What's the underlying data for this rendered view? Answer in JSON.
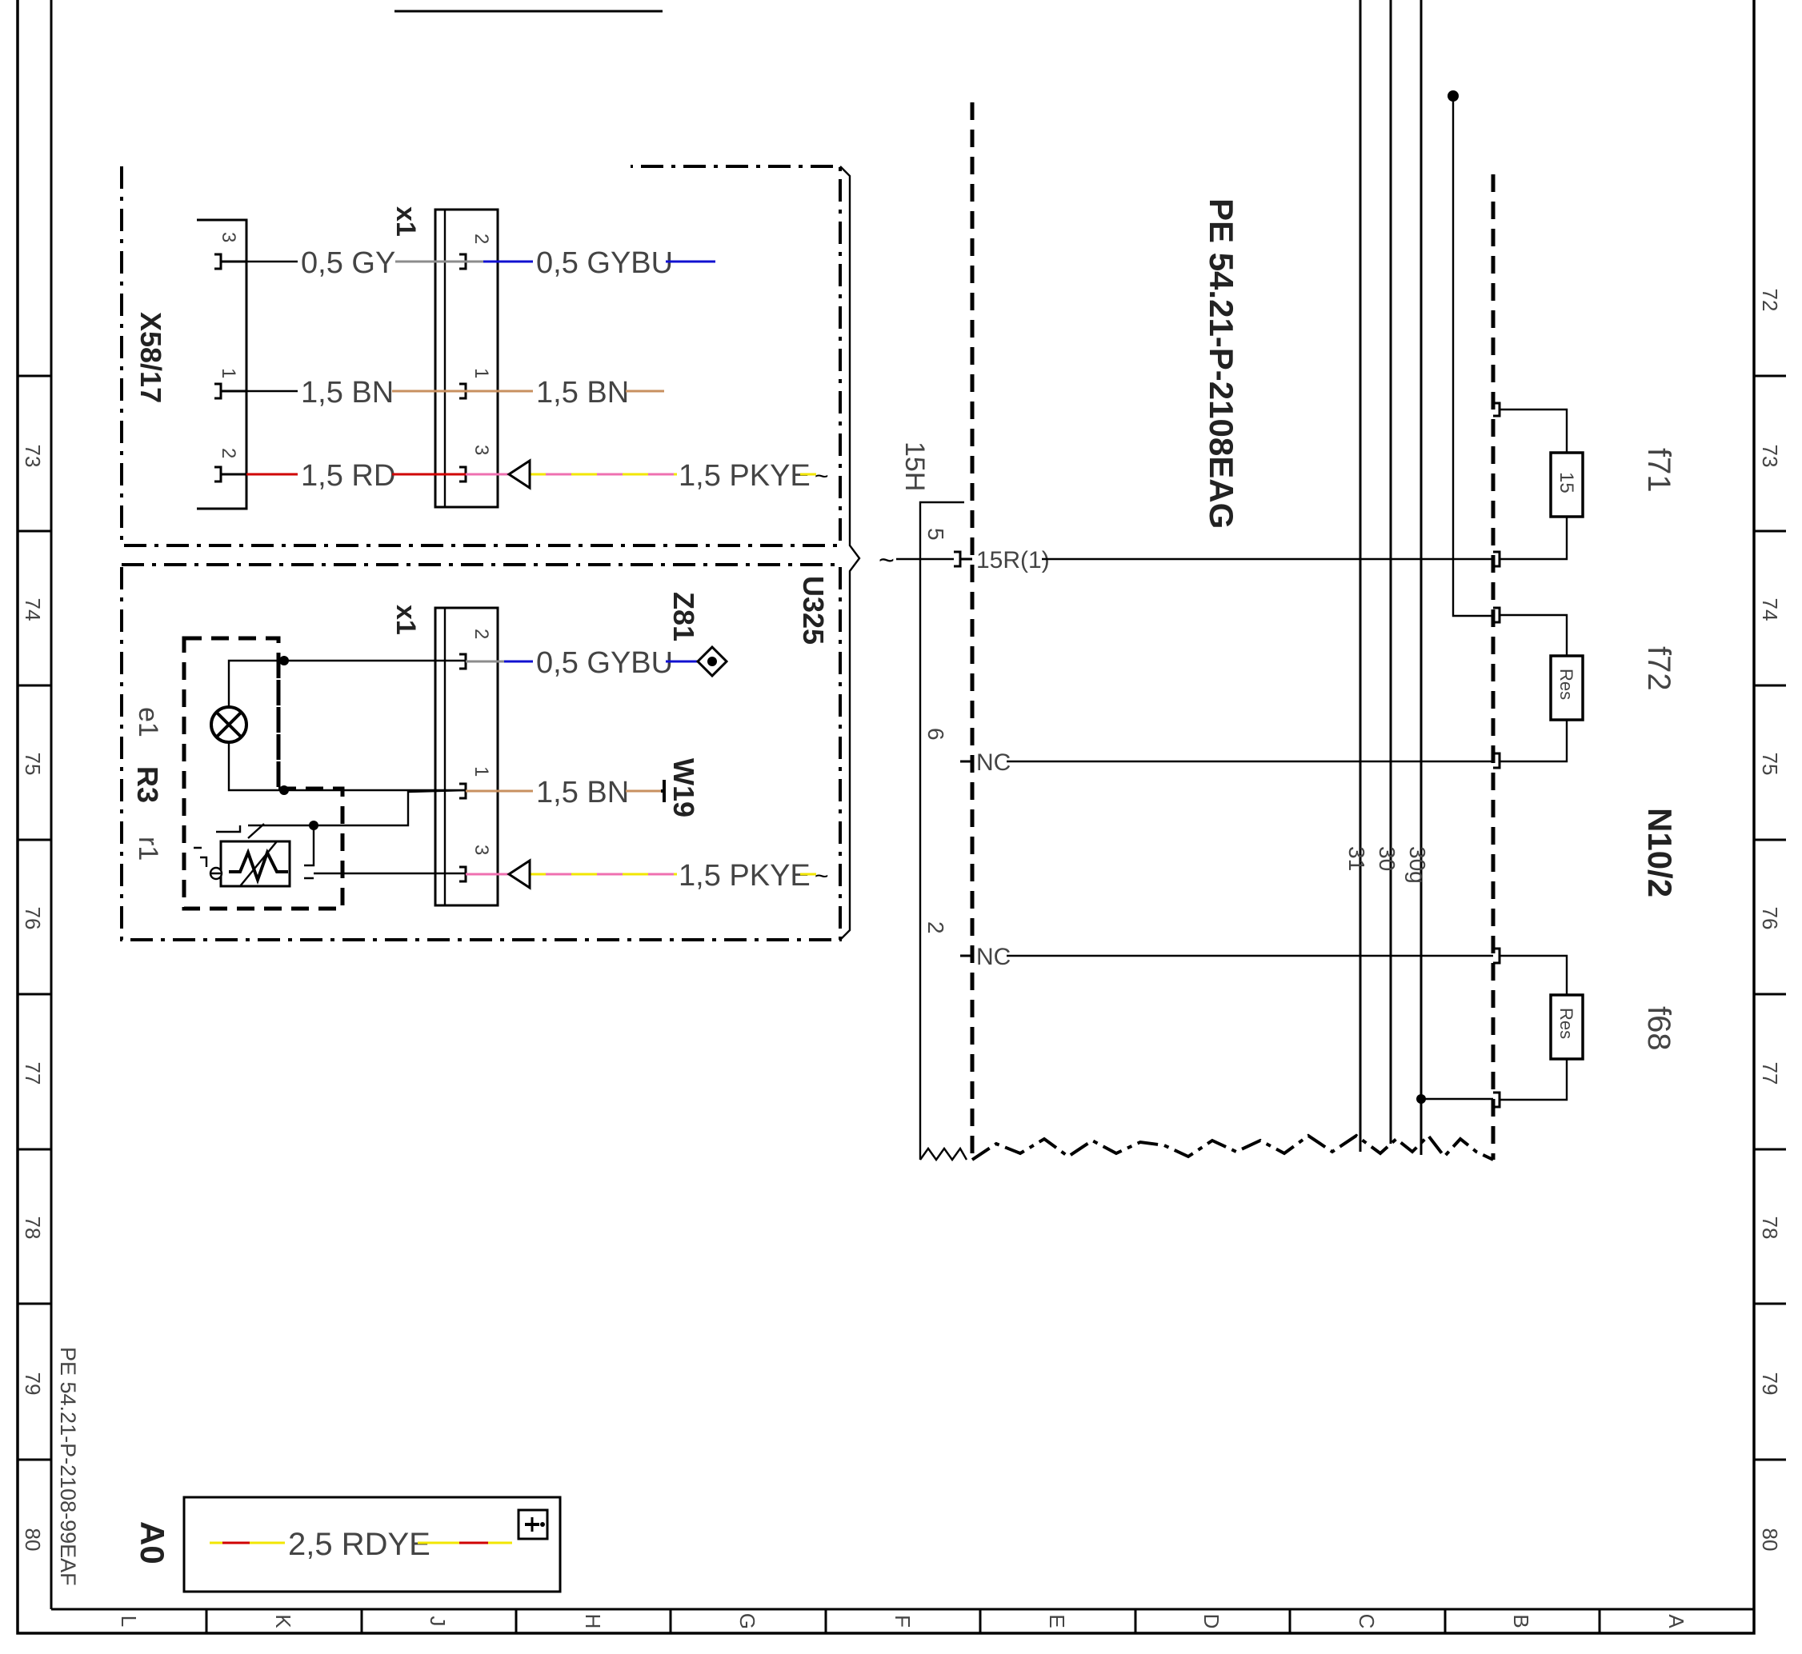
{
  "sheet": {
    "document_code": "PE 54.21-P-2108-99EAF",
    "column_letters": [
      "L",
      "K",
      "J",
      "H",
      "G",
      "F",
      "E",
      "D",
      "C",
      "B",
      "A"
    ],
    "row_numbers": [
      "72",
      "73",
      "74",
      "75",
      "76",
      "77",
      "78",
      "79",
      "80"
    ]
  },
  "components": {
    "x58_17": "X58/17",
    "u325": "U325",
    "e1": "e1",
    "r3": "R3",
    "r1": "r1",
    "z81": "Z81",
    "w19": "W19",
    "a0": "A0",
    "n10_2": "N10/2",
    "f71": "f71",
    "f72": "f72",
    "f68": "f68",
    "pe_ref": "PE 54.21-P-2108EAG",
    "x1_upper": "x1",
    "x1_lower": "x1"
  },
  "x58_17_pins": [
    "3",
    "1",
    "2"
  ],
  "x1_upper_pins": [
    "2",
    "1",
    "3"
  ],
  "x1_lower_pins": [
    "2",
    "1",
    "3"
  ],
  "wires": {
    "w_gy": "0,5 GY",
    "w_gybu_upper": "0,5 GYBU",
    "w_bn_left": "1,5 BN",
    "w_bn_right": "1,5 BN",
    "w_rd": "1,5 RD",
    "w_pkye_upper": "1,5 PKYE",
    "w_gybu_lower": "0,5 GYBU",
    "w_bn_lower": "1,5 BN",
    "w_pkye_lower": "1,5 PKYE",
    "w_rdye": "2,5 RDYE"
  },
  "control_unit": {
    "pin_15h": "15H",
    "pin_5": "5",
    "pin_6": "6",
    "pin_2": "2",
    "sig_15r": "15R(1)",
    "sig_nc1": "NC",
    "sig_nc2": "NC"
  },
  "fuses": {
    "f71_value": "15",
    "f72_value": "Res",
    "f68_value": "Res"
  },
  "bus_terminals": [
    "31",
    "30",
    "30g"
  ],
  "colors": {
    "grey": "#8c8c8c",
    "blue": "#1010d0",
    "brown": "#c89060",
    "red": "#d00000",
    "pink": "#ef70b0",
    "yellow": "#f2e600",
    "black": "#000000"
  }
}
